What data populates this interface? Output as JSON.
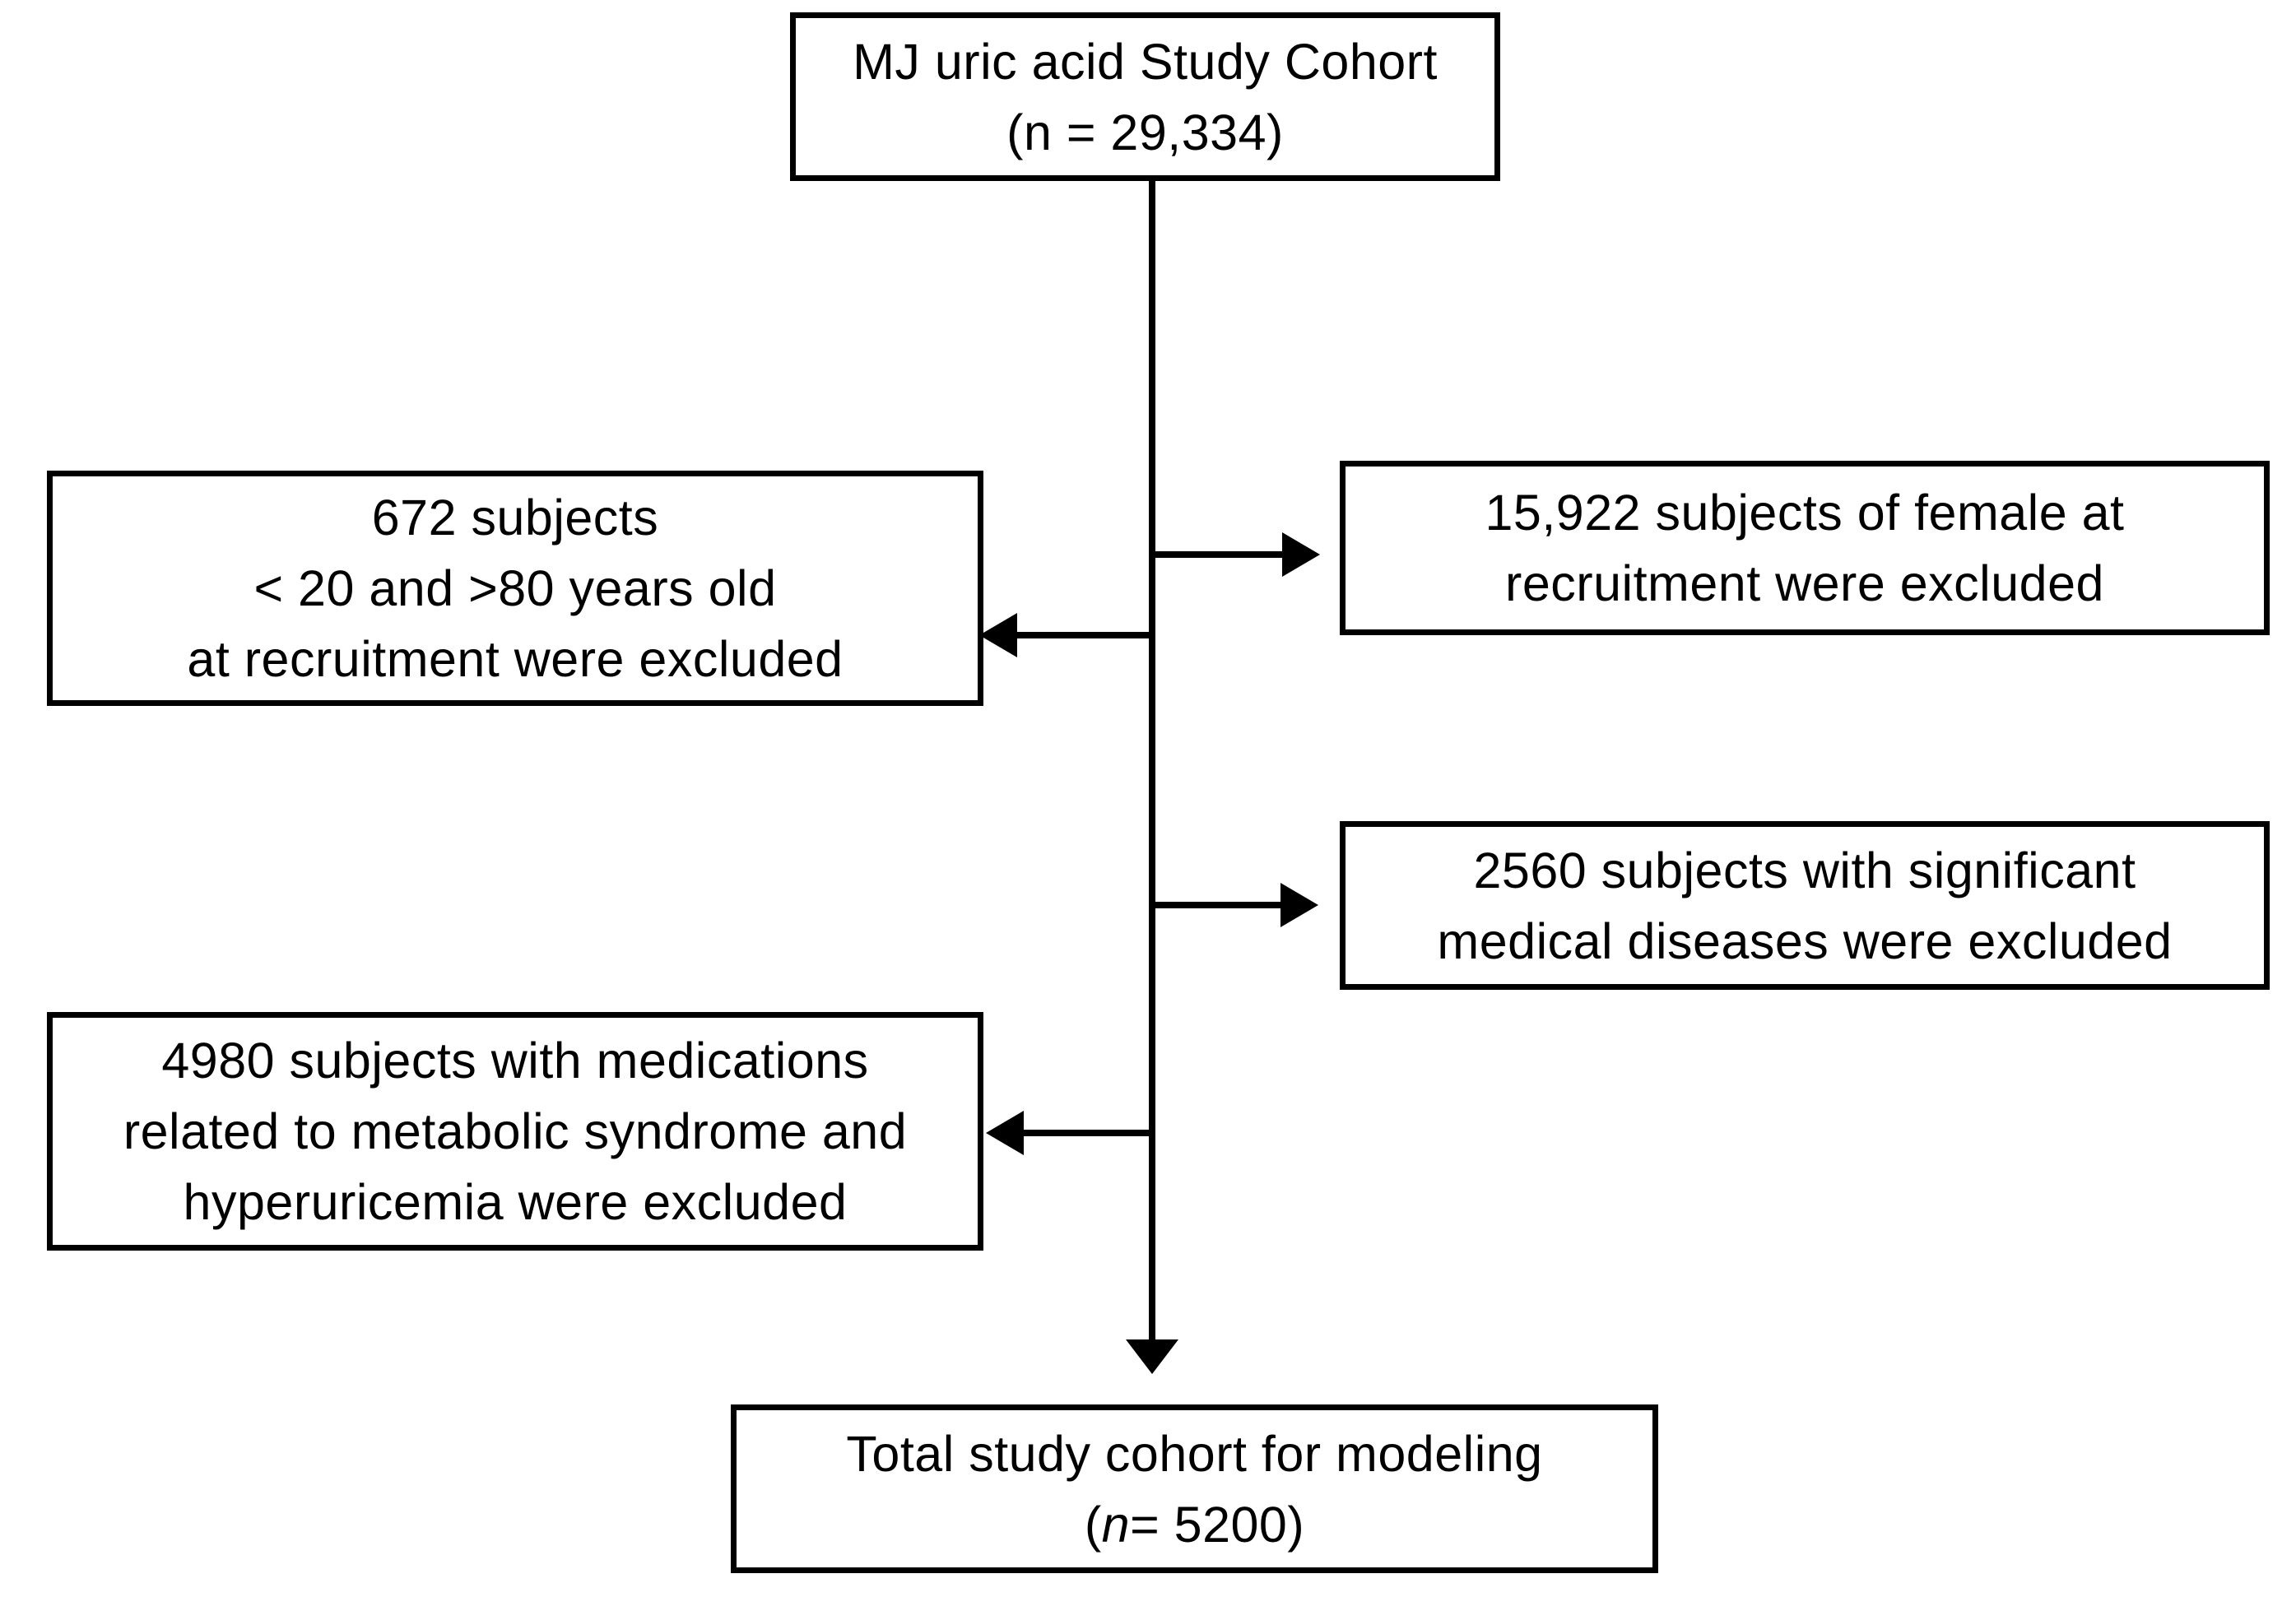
{
  "colors": {
    "ink": "#000000",
    "paper": "#ffffff"
  },
  "flowchart": {
    "nodes": {
      "cohort": {
        "n": 29334,
        "lines": [
          "MJ uric acid Study Cohort",
          "(n = 29,334)"
        ]
      },
      "excluded_age": {
        "n": 672,
        "lines": [
          "672 subjects",
          "< 20 and >80 years old",
          "at recruitment were excluded"
        ]
      },
      "excluded_female": {
        "n": 15922,
        "lines": [
          "15,922 subjects of female at",
          "recruitment were excluded"
        ]
      },
      "excluded_medical": {
        "n": 2560,
        "lines": [
          "2560 subjects with significant",
          "medical diseases were excluded"
        ]
      },
      "excluded_medications": {
        "n": 4980,
        "lines": [
          "4980 subjects with medications",
          "related to metabolic syndrome and",
          "hyperuricemia were excluded"
        ]
      },
      "final_cohort": {
        "n": 5200,
        "line1": "Total study cohort for modeling",
        "line2_pre": "(",
        "line2_italic": "n",
        "line2_post": "= 5200)"
      }
    },
    "edges": [
      {
        "from": "cohort",
        "to": "final_cohort",
        "style": "vertical arrow down"
      },
      {
        "from": "cohort",
        "to": "excluded_female",
        "style": "right branch arrow"
      },
      {
        "from": "cohort",
        "to": "excluded_age",
        "style": "left branch arrow"
      },
      {
        "from": "cohort",
        "to": "excluded_medical",
        "style": "right branch arrow"
      },
      {
        "from": "cohort",
        "to": "excluded_medications",
        "style": "left branch arrow"
      }
    ]
  }
}
